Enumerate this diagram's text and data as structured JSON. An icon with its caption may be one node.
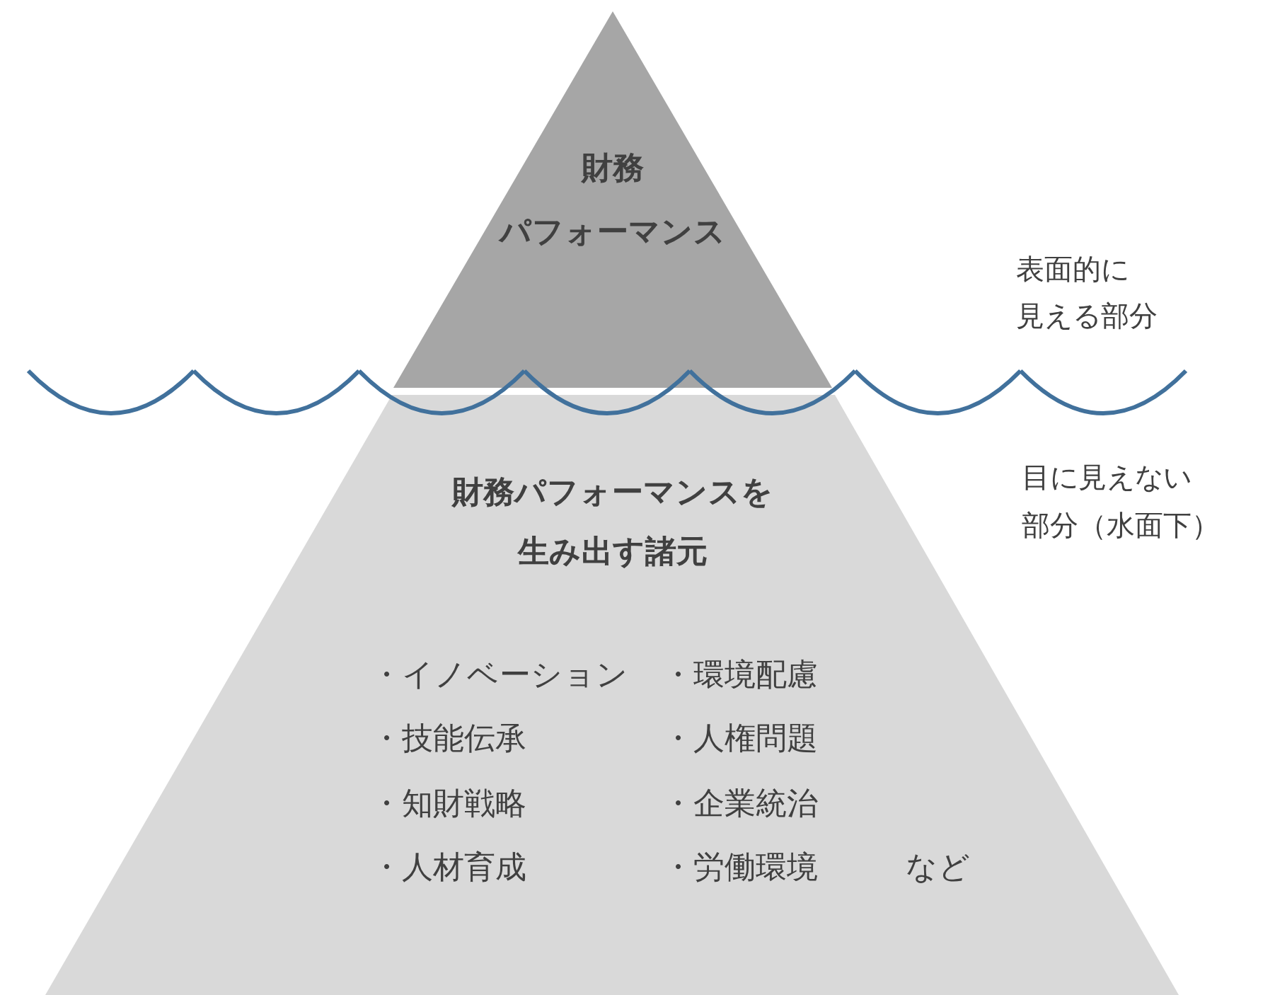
{
  "diagram": {
    "nodes": [
      {
        "text": [
          "財務",
          "パフォーマンス"
        ]
      },
      {
        "text": [
          "財務パフォーマンスを生み出す諸元"
        ]
      }
    ],
    "edges": [],
    "labels": [
      "表面的に",
      "見える部分",
      "目に見えない",
      "部分（水面下）",
      "・イノベーション",
      "・環境配慮",
      "・技能伝承",
      "・人権問題",
      "・知財戦略",
      "・企業統治",
      "・人材育成",
      "・労働環境",
      "など"
    ]
  }
}
